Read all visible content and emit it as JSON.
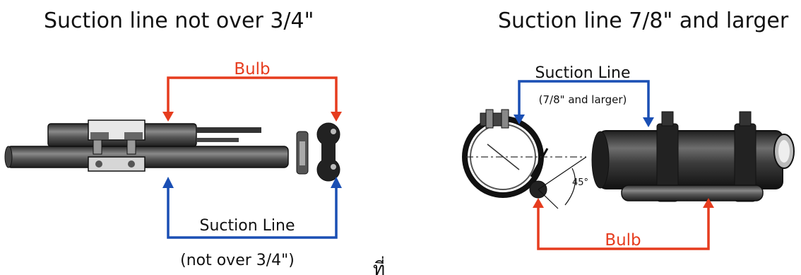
{
  "titles": {
    "left": "Suction line not over 3/4\"",
    "right": "Suction line 7/8\" and larger"
  },
  "left_diagram": {
    "bulb_label": "Bulb",
    "suction_label": "Suction Line",
    "suction_sub": "(not over 3/4\")"
  },
  "right_diagram": {
    "suction_label": "Suction Line",
    "suction_sub": "(7/8\" and larger)",
    "bulb_label": "Bulb",
    "angle_label": "45°"
  },
  "stray_glyph": "ที่",
  "colors": {
    "bulb_arrow": "#e63c1e",
    "suction_arrow": "#1a4fb4",
    "pipe": "#3a3a3a"
  }
}
